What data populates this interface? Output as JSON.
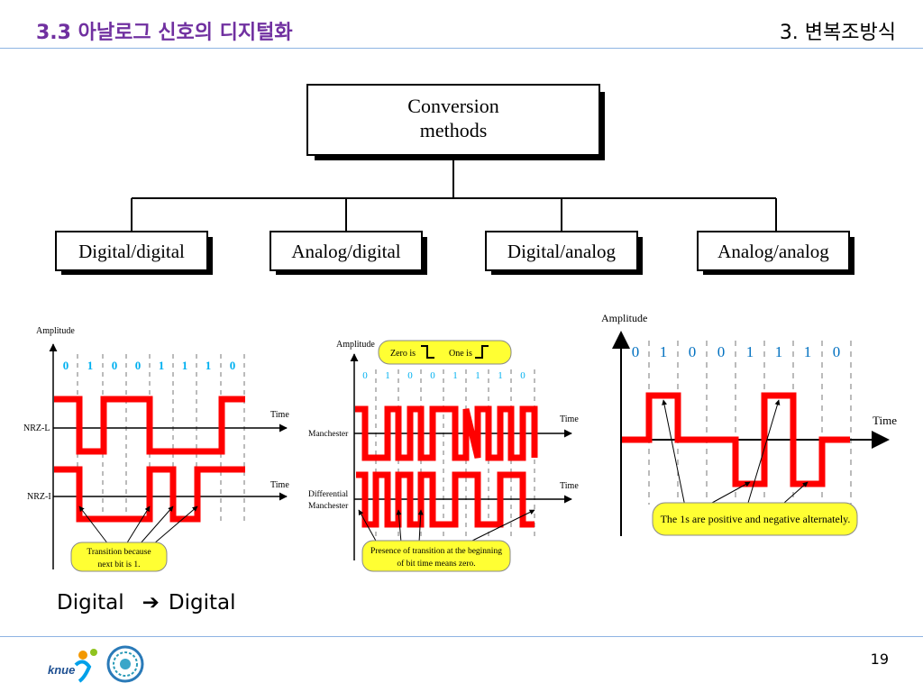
{
  "header": {
    "section_title": "3.3 아날로그 신호의 디지털화",
    "chapter_title": "3. 변복조방식"
  },
  "tree": {
    "root_line1": "Conversion",
    "root_line2": "methods",
    "children": [
      "Digital/digital",
      "Analog/digital",
      "Digital/analog",
      "Analog/analog"
    ]
  },
  "nrz": {
    "amplitude": "Amplitude",
    "bits": [
      "0",
      "1",
      "0",
      "0",
      "1",
      "1",
      "1",
      "0"
    ],
    "row1_label": "NRZ-L",
    "row2_label": "NRZ-I",
    "time1": "Time",
    "time2": "Time",
    "callout_line1": "Transition because",
    "callout_line2": "next bit is 1."
  },
  "manchester": {
    "amplitude": "Amplitude",
    "zero_is": "Zero is",
    "one_is": "One is",
    "bits": [
      "0",
      "1",
      "0",
      "0",
      "1",
      "1",
      "1",
      "0"
    ],
    "row1_label": "Manchester",
    "row2_label_line1": "Differential",
    "row2_label_line2": "Manchester",
    "time1": "Time",
    "time2": "Time",
    "callout_line1": "Presence of transition at the beginning",
    "callout_line2": "of bit time means zero."
  },
  "ami": {
    "amplitude": "Amplitude",
    "bits": [
      "0",
      "1",
      "0",
      "0",
      "1",
      "1",
      "1",
      "0"
    ],
    "time": "Time",
    "callout": "The 1s are positive and negative alternately."
  },
  "caption": {
    "from": "Digital",
    "arrow": "➔",
    "to": "Digital"
  },
  "footer": {
    "page_number": "19",
    "logo_text": "knue"
  },
  "colors": {
    "title": "#7030a0",
    "signal": "#ff0000",
    "bits": "#00b0f0",
    "callout": "#ffff33",
    "rule": "#8eb4e3"
  }
}
